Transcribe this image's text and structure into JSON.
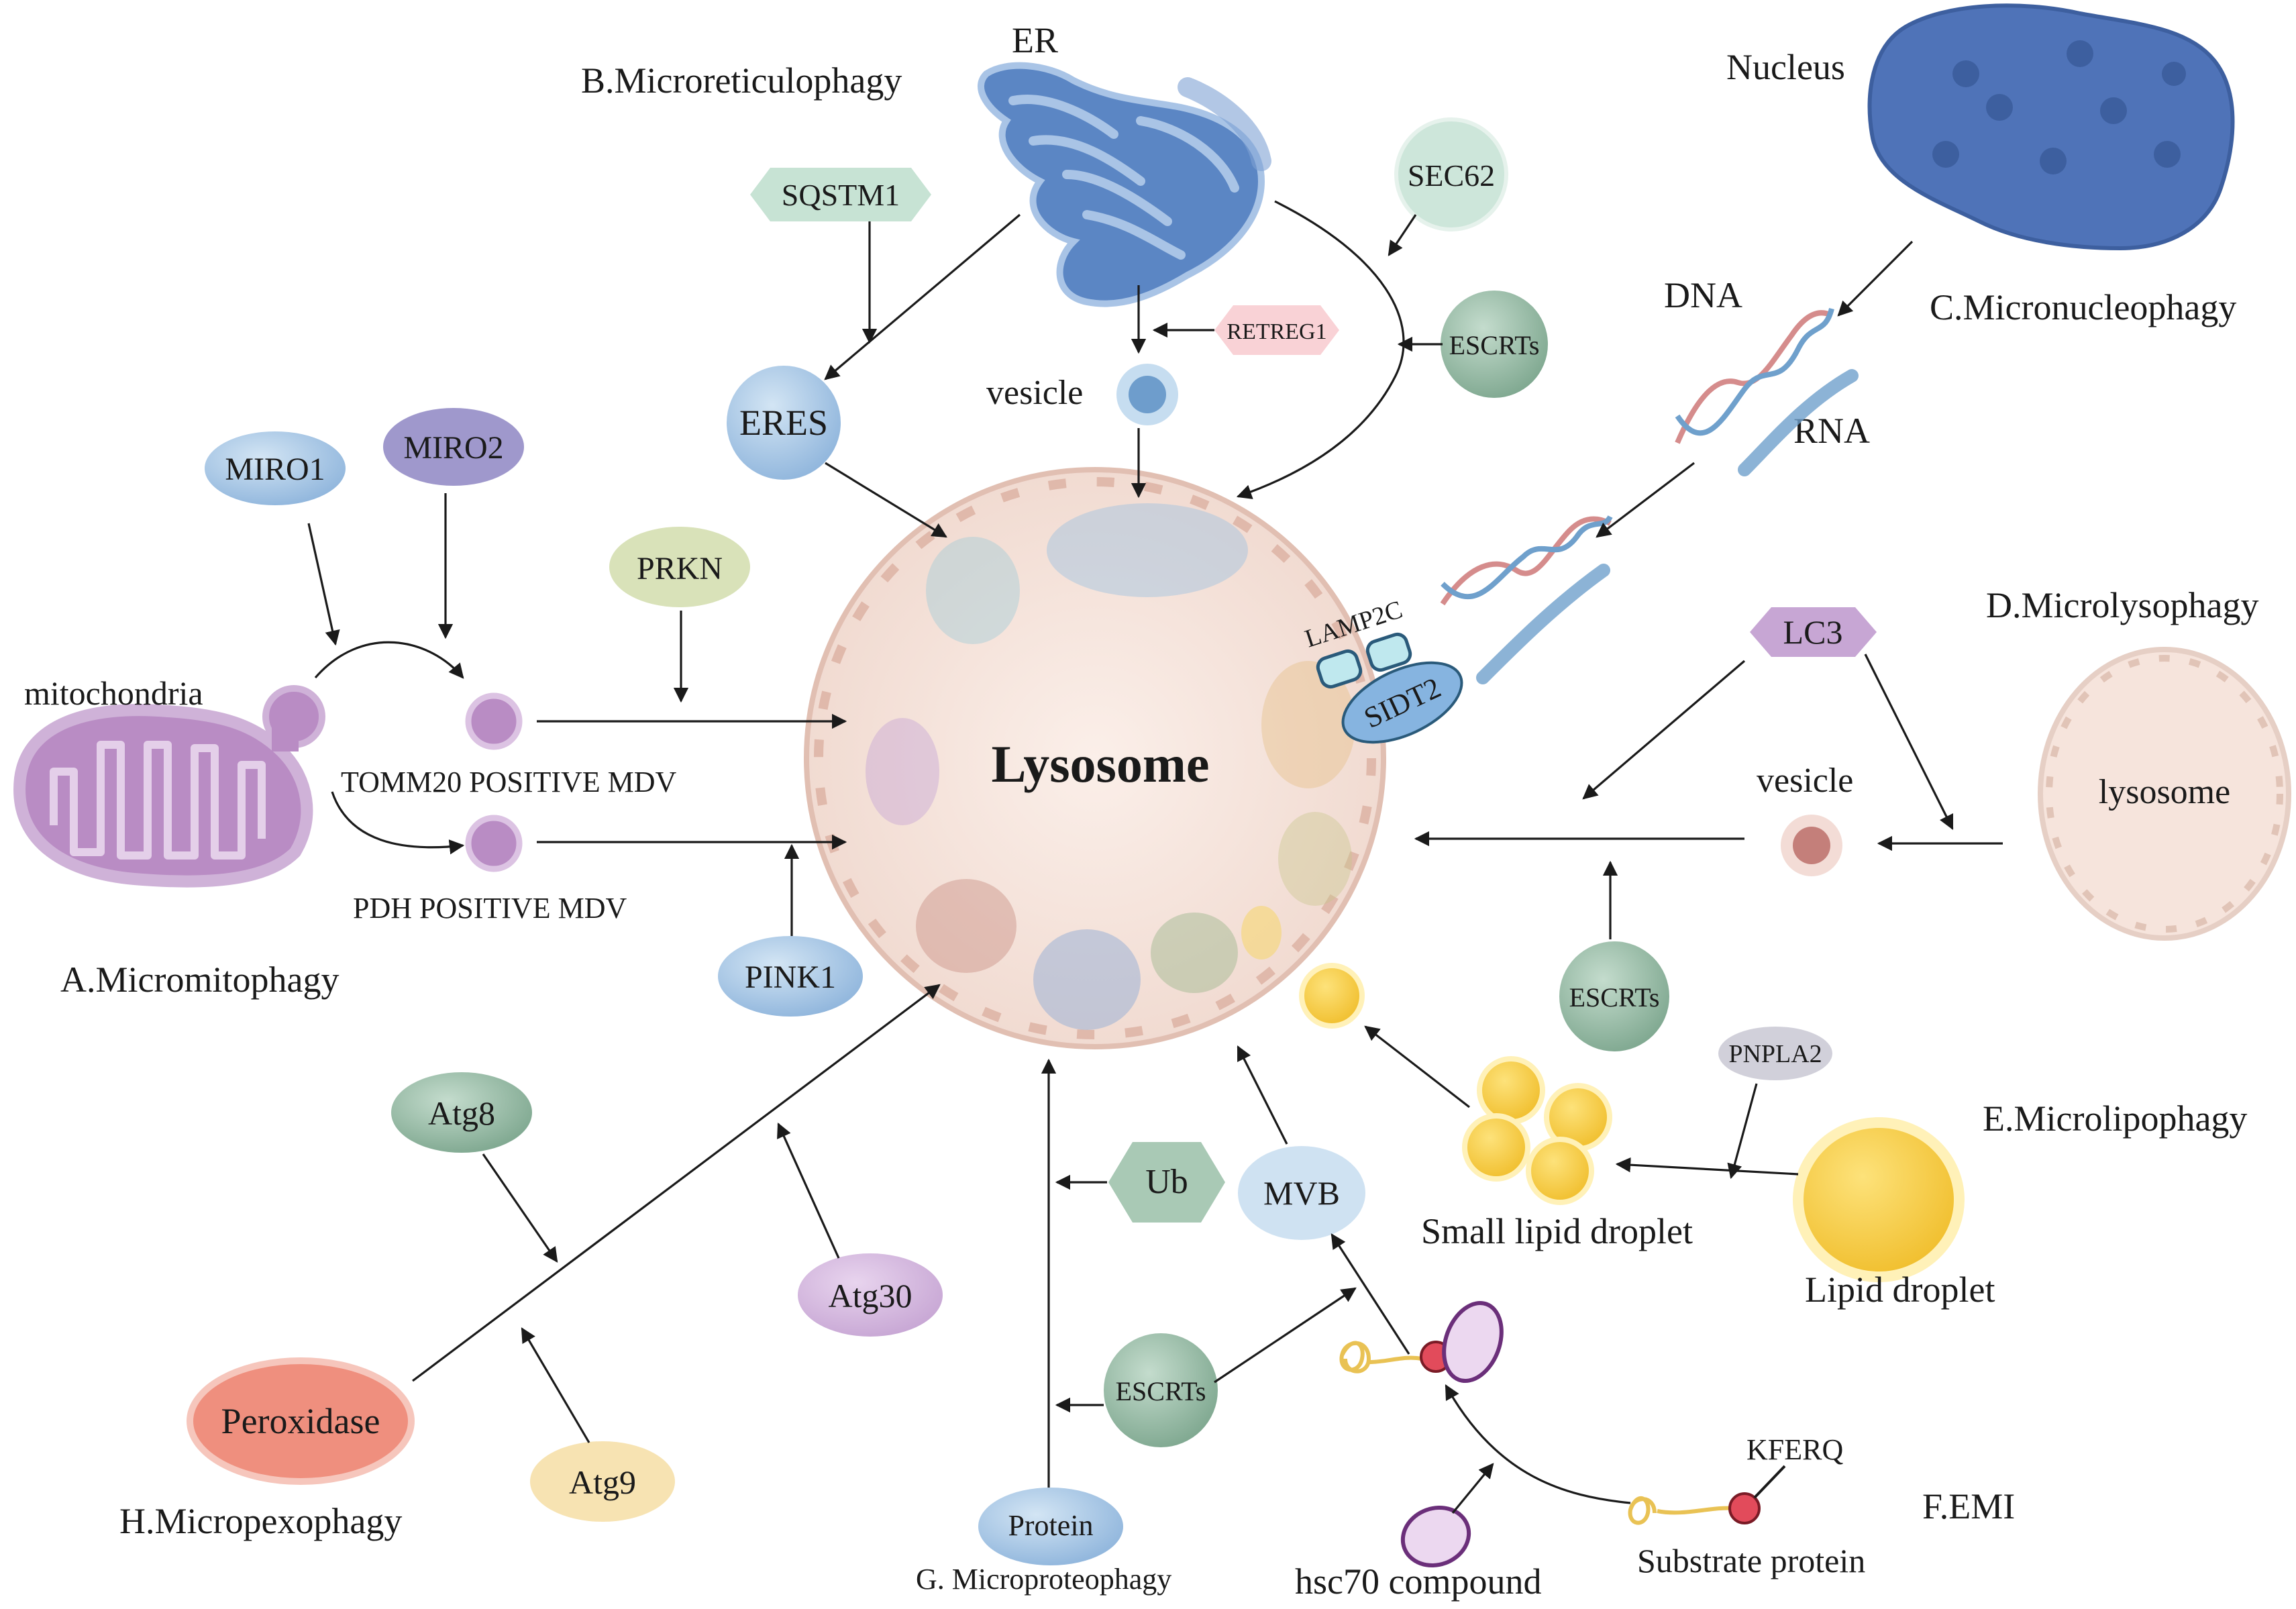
{
  "center": {
    "label": "Lysosome"
  },
  "sections": {
    "A": "A.Micromitophagy",
    "B": "B.Microreticulophagy",
    "C": "C.Micronucleophagy",
    "D": "D.Microlysophagy",
    "E": "E.Microlipophagy",
    "F": "F.EMI",
    "G": "G. Microproteophagy",
    "H": "H.Micropexophagy"
  },
  "micromitophagy": {
    "organelle": "mitochondria",
    "miro1": "MIRO1",
    "miro2": "MIRO2",
    "prkn": "PRKN",
    "pink1": "PINK1",
    "mdv_tomm20": "TOMM20 POSITIVE MDV",
    "mdv_pdh": "PDH  POSITIVE MDV"
  },
  "microreticulophagy": {
    "organelle": "ER",
    "sqstm1": "SQSTM1",
    "sec62": "SEC62",
    "eres": "ERES",
    "vesicle": "vesicle",
    "retreg1": "RETREG1",
    "escrts": "ESCRTs"
  },
  "micronucleophagy": {
    "organelle": "Nucleus",
    "dna": "DNA",
    "rna": "RNA",
    "lamp2c": "LAMP2C",
    "sidt2": "SIDT2"
  },
  "microlysophagy": {
    "lc3": "LC3",
    "vesicle": "vesicle",
    "lysosome": "lysosome",
    "escrts": "ESCRTs"
  },
  "microlipophagy": {
    "pnpla2": "PNPLA2",
    "small": "Small lipid droplet",
    "large": "Lipid droplet"
  },
  "emi": {
    "mvb": "MVB",
    "hsc70": "hsc70 compound",
    "substrate": "Substrate protein",
    "kferq": "KFERQ"
  },
  "microproteophagy": {
    "ub": "Ub",
    "escrts": "ESCRTs",
    "protein": "Protein"
  },
  "micropexophagy": {
    "peroxidase": "Peroxidase",
    "atg8": "Atg8",
    "atg30": "Atg30",
    "atg9": "Atg9"
  },
  "colors": {
    "lysosome": "#f6e4dc",
    "mito": "#b98cc4",
    "er": "#5b86c4",
    "nucleus": "#4f73b8",
    "lipid": "#f4c842",
    "blue_node": "#a9c9e6",
    "green_node": "#8fb8a2"
  }
}
